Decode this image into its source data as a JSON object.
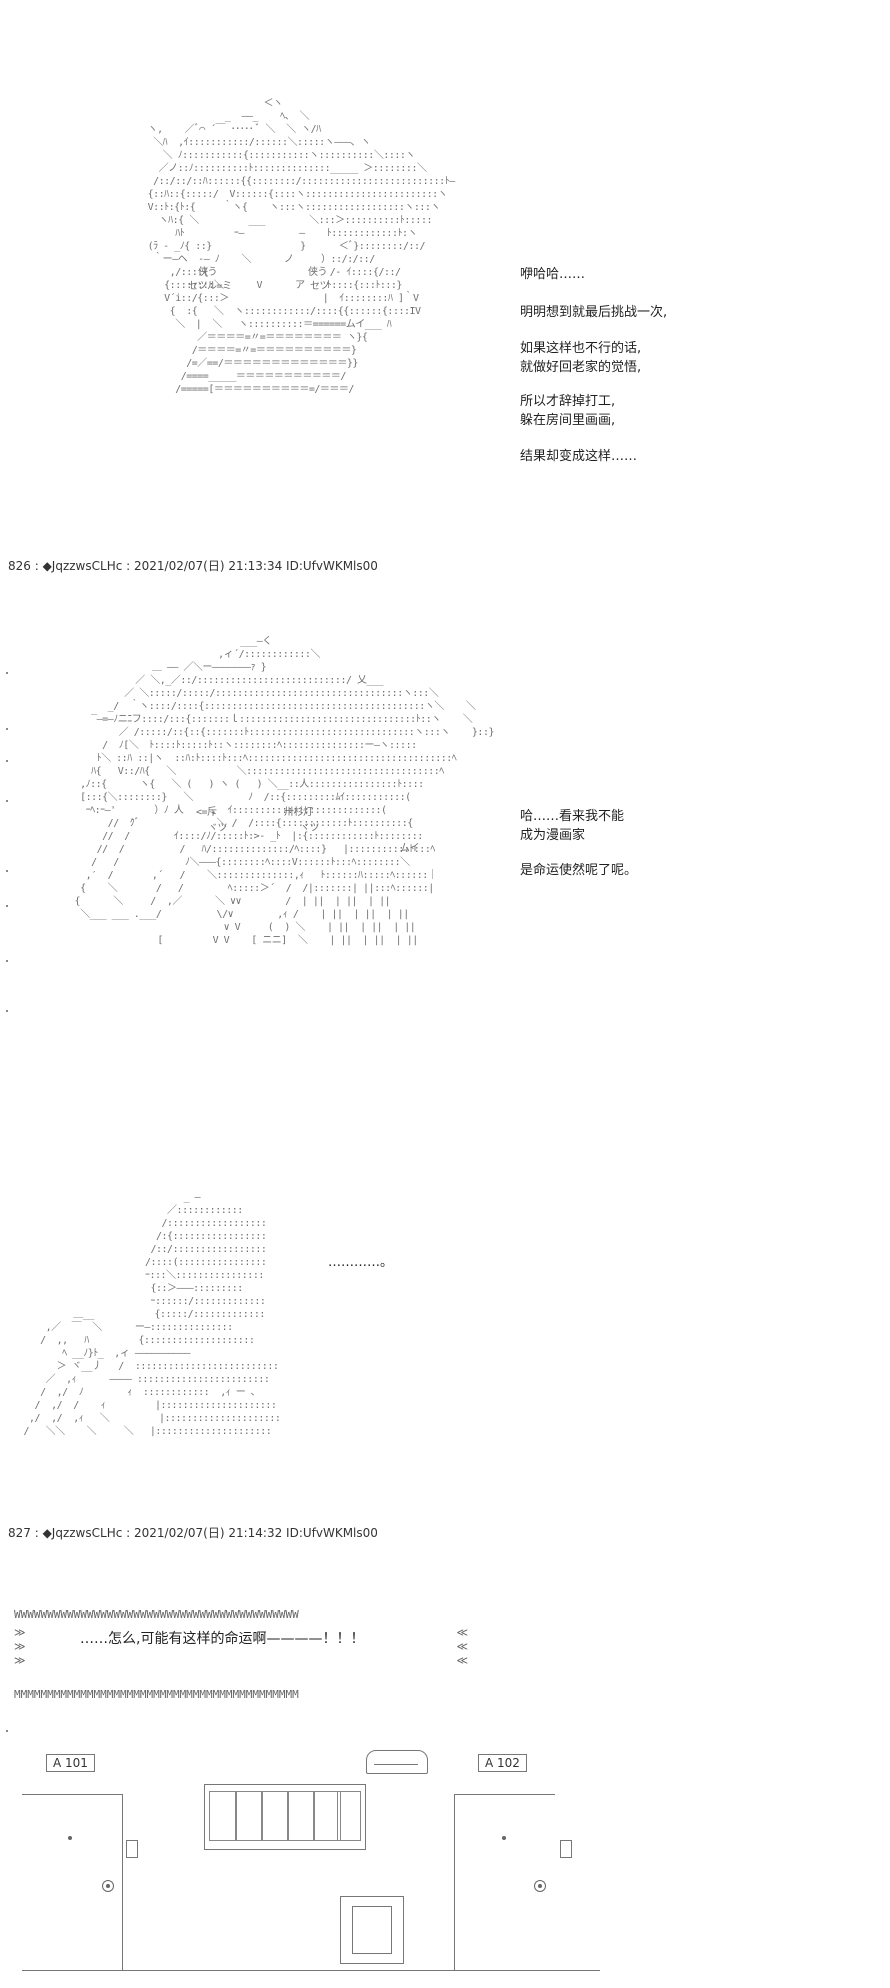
{
  "panel1": {
    "captions": [
      "咿哈哈……",
      "明明想到就最后挑战一次,",
      "如果这样也不行的话,",
      "就做好回老家的觉悟,",
      "所以才辞掉打工,",
      "躲在房间里画画,",
      "结果却变成这样……"
    ],
    "art_labels": [
      "侠う",
      "セツル=ミ",
      "侠う",
      "セツ",
      "ア",
      "V"
    ]
  },
  "post1": {
    "header": "826 : ◆JqzzwsCLHc : 2021/02/07(日) 21:13:34 ID:UfvWKMls00"
  },
  "panel2": {
    "captions": [
      "哈……看来我不能",
      "成为漫画家",
      "是命运使然呢了呢。"
    ],
    "art_labels": [
      "<=斥",
      "卅杉灯",
      "ヾツ",
      "ヾツ",
      "ムイ"
    ]
  },
  "panel3": {
    "caption": "…………。"
  },
  "post2": {
    "header": "827 : ◆JqzzwsCLHc : 2021/02/07(日) 21:14:32 ID:UfvWKMls00"
  },
  "banner": {
    "top_edge": "WWWWWWWWWWWWWWWWWWWWWWWWWWWWWWWWWWWWWWWWWWW",
    "bottom_edge": "MMMMMMMMMMMMMMMMMMMMMMMMMMMMMMMMMMMMMMMMMMM",
    "text": "……怎么,可能有这样的命运啊————！！！"
  },
  "hallway": {
    "room_left": "A 101",
    "room_right": "A 102"
  }
}
